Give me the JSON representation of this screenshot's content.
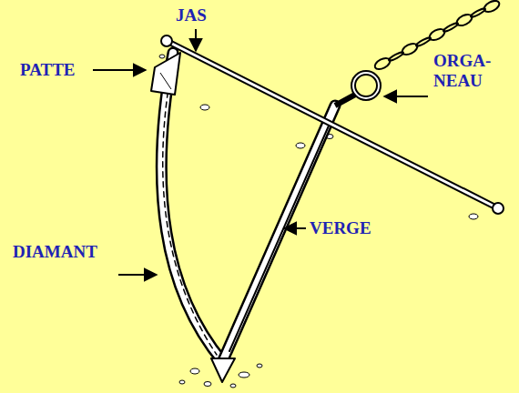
{
  "diagram": {
    "labels": [
      "JAS",
      "ORGA- NEAU",
      "PATTE",
      "VERGE",
      "DIAMANT"
    ]
  }
}
